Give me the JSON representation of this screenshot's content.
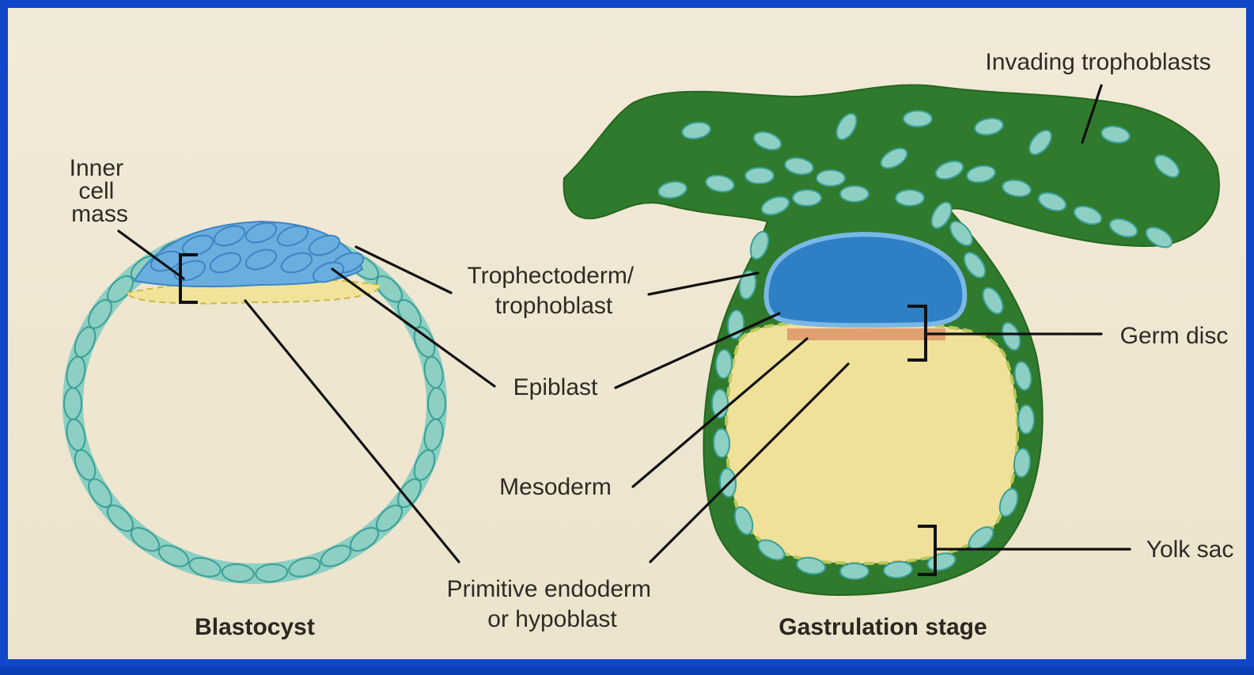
{
  "labels": {
    "inner_cell_mass": [
      "Inner",
      "cell",
      "mass"
    ],
    "trophectoderm": [
      "Trophectoderm/",
      "trophoblast"
    ],
    "epiblast": "Epiblast",
    "mesoderm": "Mesoderm",
    "primitive_endoderm": [
      "Primitive endoderm",
      "or hypoblast"
    ],
    "invading_trophoblasts": "Invading trophoblasts",
    "germ_disc": "Germ disc",
    "yolk_sac": "Yolk sac"
  },
  "captions": {
    "blastocyst": "Blastocyst",
    "gastrulation": "Gastrulation stage"
  },
  "colors": {
    "frame": "#1046c9",
    "background": "#efe6d0",
    "trophoblast_dark": "#2f7a2c",
    "cell_fill": "#8dcfc3",
    "amnion_blue": "#2e7fc4",
    "yolk": "#efe09a",
    "mesoderm": "#e0a070"
  }
}
